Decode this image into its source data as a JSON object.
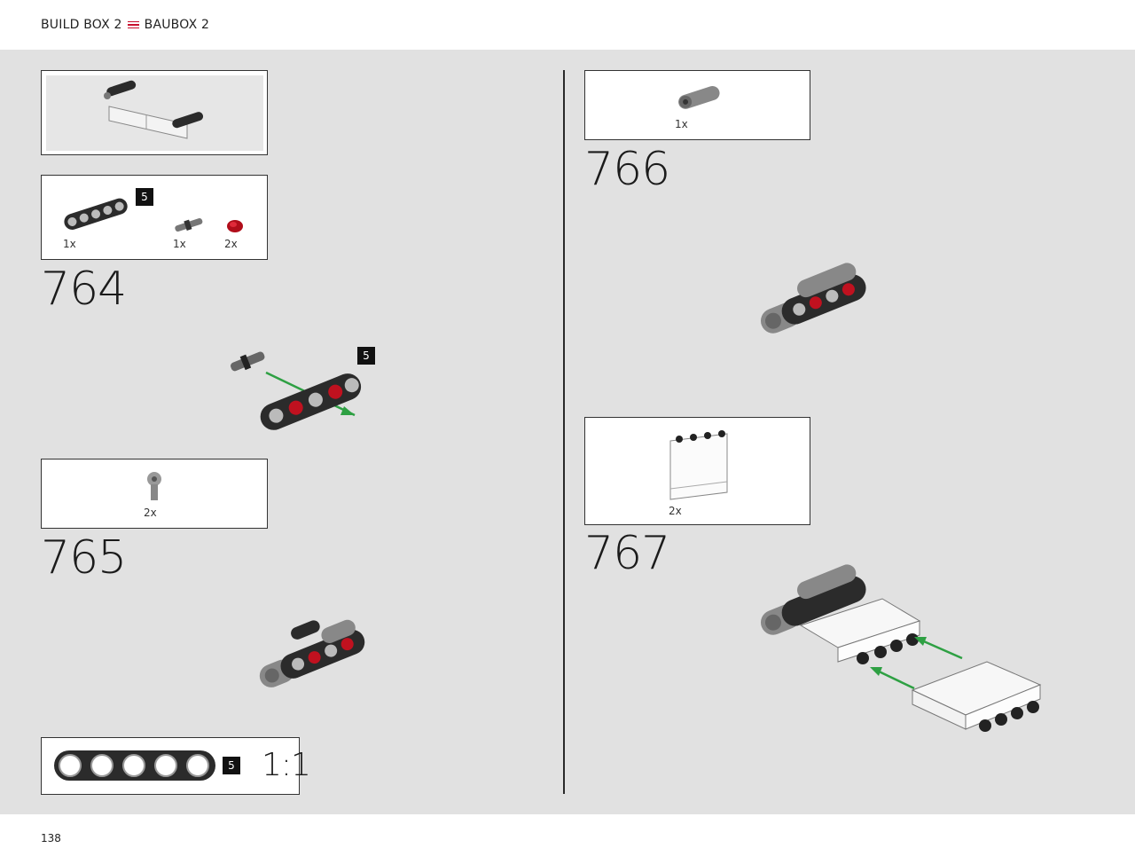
{
  "header": {
    "left_label": "BUILD BOX 2",
    "right_label": "BAUBOX 2",
    "icon": "menu-icon"
  },
  "steps": {
    "s764": {
      "number": "764",
      "badge": "5",
      "parts": [
        "1x",
        "1x",
        "2x"
      ]
    },
    "s765": {
      "number": "765",
      "parts": [
        "2x"
      ]
    },
    "s766": {
      "number": "766",
      "parts": [
        "1x"
      ]
    },
    "s767": {
      "number": "767",
      "parts": [
        "2x"
      ]
    }
  },
  "assembly": {
    "badge": "5"
  },
  "ruler": {
    "badge": "5",
    "scale": "1:1"
  },
  "colors": {
    "accent": "#c8102e",
    "arrow": "#2ea043",
    "beam": "#2b2b2b",
    "page_bg": "#e1e1e1"
  },
  "footer": {
    "page_number": "138"
  }
}
